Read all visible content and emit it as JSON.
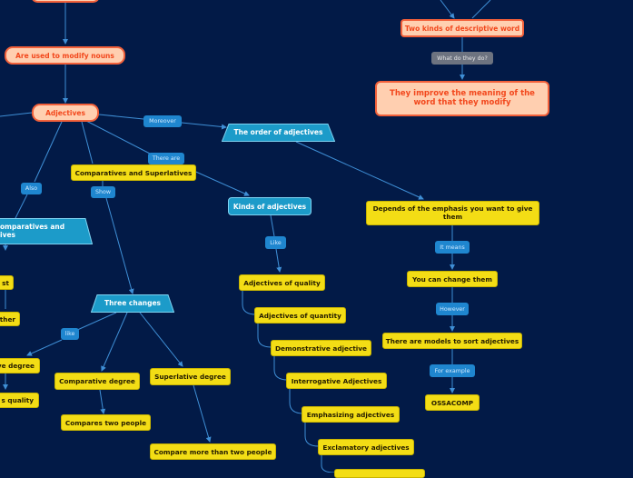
{
  "nodes": {
    "two_kinds": "Two kinds of descriptive word",
    "what_do_they_do": "What do they do?",
    "they_improve": "They improve the meaning of the word that they modify",
    "used_to_modify": "Are used to modify nouns",
    "adjectives": "Adjectives",
    "moreover": "Moreover",
    "order_of_adjectives": "The order of adjectives",
    "there_are": "There are",
    "comparatives_superlatives": "Comparatives and Superlatives",
    "also": "Also",
    "show": "Show",
    "comparatives_and_ves": "omparatives and\nives",
    "kinds_of_adjectives": "Kinds of adjectives",
    "depends_emphasis": "Depends of the emphasis you want to give them",
    "it_means": "It means",
    "you_can_change": "You can change them",
    "however": "However",
    "models_to_sort": "There are models to sort adjectives",
    "for_example": "For example",
    "ossacomp": "OSSACOMP",
    "like_1": "Like",
    "quality": "Adjectives of quality",
    "quantity": "Adjectives of quantity",
    "demonstrative": "Demonstrative adjective",
    "interrogative": "Interrogative Adjectives",
    "emphasizing": "Emphasizing adjectives",
    "exclamatory": "Exclamatory adjectives",
    "three_changes": "Three changes",
    "like_2": "like",
    "left_st": "st",
    "left_ther": "ther",
    "left_ve_degree": "ve degree",
    "left_s_quality": "s quality",
    "comparative_degree": "Comparative degree",
    "compares_two": "Compares two people",
    "superlative_degree": "Superlative degree",
    "compare_more": "Compare more than two people"
  },
  "colors": {
    "background": "#021a47",
    "salmon_fill": "#ffcfb0",
    "salmon_text": "#f2471c",
    "yellow_fill": "#f3dd15",
    "blue_fill": "#1c9bc9",
    "tag_blue": "#1f86cf",
    "tag_gray": "#6d7380",
    "connector": "#3f8fd6"
  }
}
